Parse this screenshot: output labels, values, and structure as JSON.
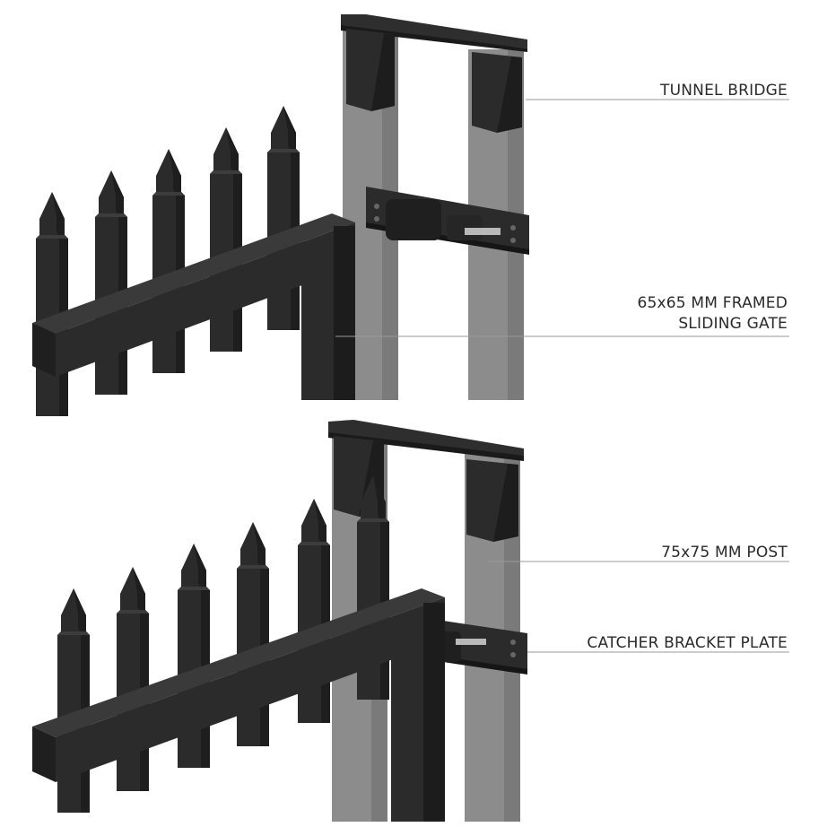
{
  "colors": {
    "background": "#ffffff",
    "gate_black": "#2b2b2b",
    "gate_shadow": "#1c1c1c",
    "gate_highlight": "#3a3a3a",
    "post_grey": "#8c8c8c",
    "post_grey_dark": "#767676",
    "leader_line": "#9a9a9a",
    "label_text": "#2a2a2a"
  },
  "labels": {
    "tunnel_bridge": "TUNNEL BRIDGE",
    "framed_gate_line1": "65x65 MM FRAMED",
    "framed_gate_line2": "SLIDING GATE",
    "post": "75x75 MM POST",
    "catcher_bracket": "CATCHER BRACKET PLATE"
  }
}
